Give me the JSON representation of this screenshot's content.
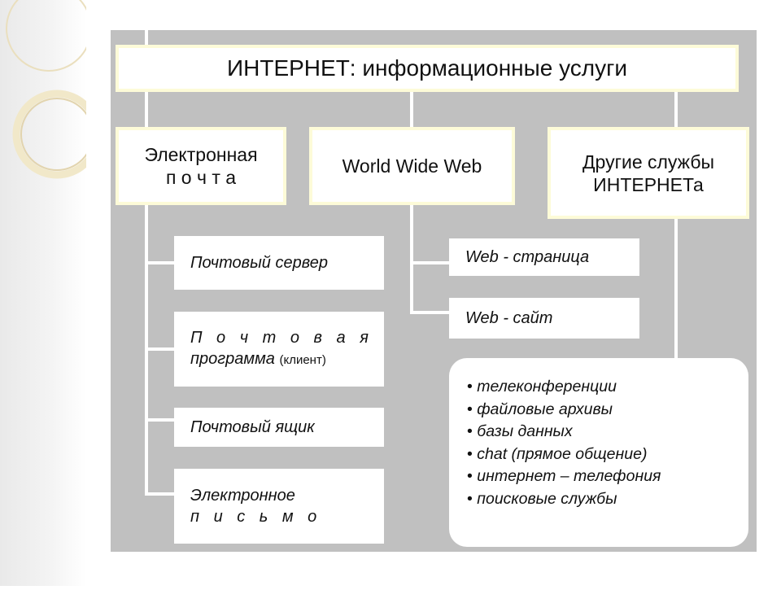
{
  "title": "ИНТЕРНЕТ:  информационные  услуги",
  "categories": {
    "email": {
      "line1": "Электронная",
      "line2": "п о ч т а"
    },
    "www": {
      "label": "World Wide Web"
    },
    "other": {
      "line1": "Другие службы",
      "line2": "ИНТЕРНЕТа"
    }
  },
  "email_items": {
    "server": "Почтовый  сервер",
    "program_line1": "П о ч т о в а я",
    "program_line2": "программа",
    "program_note": "(клиент)",
    "mailbox": "Почтовый  ящик",
    "letter_line1": "Электронное",
    "letter_line2": "п и с ь м о"
  },
  "www_items": {
    "page": "Web - страница",
    "site": "Web - сайт"
  },
  "other_services": [
    "телеконференции",
    "файловые  архивы",
    "базы  данных",
    "chat (прямое  общение)",
    "интернет – телефония",
    "поисковые  службы"
  ]
}
